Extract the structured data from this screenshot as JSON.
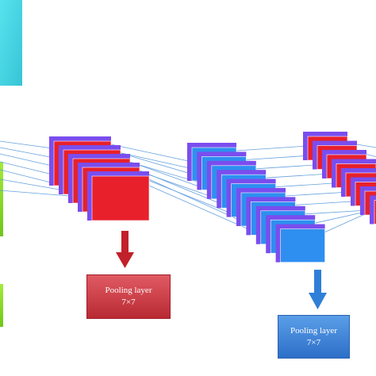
{
  "diagram": {
    "colors": {
      "red_map": "#e8202c",
      "blue_map": "#2e8ff0",
      "violet_back": "#7a4dee",
      "cyan_block": "#47d6e4",
      "green_block": "#8adb28",
      "connector": "#4a90d9"
    },
    "pooling_red": {
      "title": "Pooling layer",
      "size": "7×7"
    },
    "pooling_blue": {
      "title": "Pooling layer",
      "size": "7×7"
    }
  }
}
